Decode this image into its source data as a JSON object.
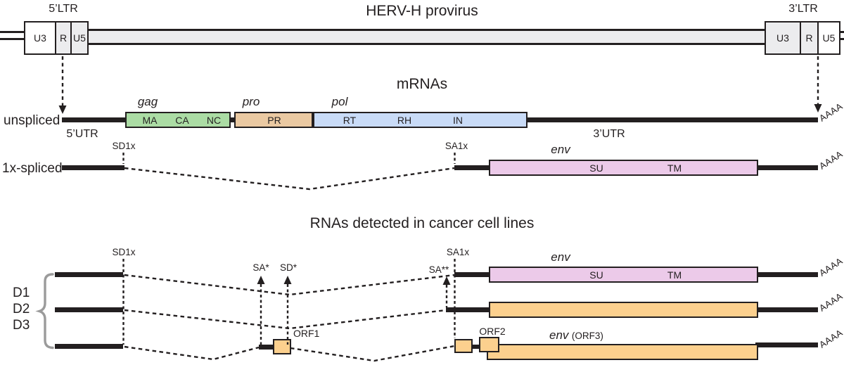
{
  "provirus": {
    "title": "HERV-H provirus",
    "ltr5": {
      "label": "5’LTR",
      "u3": "U3",
      "r": "R",
      "u5": "U5"
    },
    "ltr3": {
      "label": "3’LTR",
      "u3": "U3",
      "r": "R",
      "u5": "U5"
    }
  },
  "mrnas": {
    "title": "mRNAs",
    "unspliced_label": "unspliced",
    "spliced_label": "1x-spliced",
    "utr5": "5’UTR",
    "utr3": "3’UTR",
    "polya": "AAAA",
    "sites": {
      "sd1x": "SD1x",
      "sa1x": "SA1x"
    },
    "genes": {
      "gag": {
        "label": "gag",
        "d1": "MA",
        "d2": "CA",
        "d3": "NC"
      },
      "pro": {
        "label": "pro",
        "d1": "PR"
      },
      "pol": {
        "label": "pol",
        "d1": "RT",
        "d2": "RH",
        "d3": "IN"
      },
      "env": {
        "label": "env",
        "d1": "SU",
        "d2": "TM"
      }
    }
  },
  "cancer": {
    "title": "RNAs detected in cancer cell lines",
    "groups": {
      "d1": "D1",
      "d2": "D2",
      "d3": "D3"
    },
    "sites": {
      "sd1x": "SD1x",
      "sa1x": "SA1x",
      "sa_star": "SA*",
      "sd_star": "SD*",
      "sa_dstar": "SA**"
    },
    "env_label": "env",
    "env_domains": {
      "d1": "SU",
      "d2": "TM"
    },
    "orfs": {
      "orf1": "ORF1",
      "orf2": "ORF2",
      "env": "env",
      "orf3": "(ORF3)"
    },
    "polya": "AAAA"
  },
  "colors": {
    "gene_gag": "#abdca4",
    "gene_pro": "#eac9a2",
    "gene_pol": "#c9dbf7",
    "gene_env": "#eccae9",
    "orf_orange": "#fcd08e",
    "provirus_fill": "#ececee",
    "line_black": "#231f20",
    "brace_gray": "#9b9b9b"
  }
}
